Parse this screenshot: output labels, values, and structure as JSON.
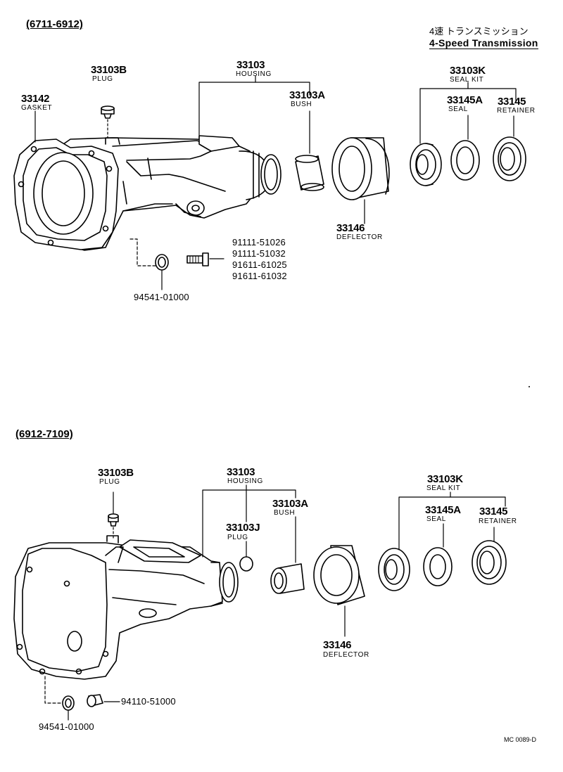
{
  "header": {
    "title_jp": "4速 トランスミッション",
    "title_en": "4-Speed Transmission"
  },
  "top_section": {
    "range": "(6711-6912)",
    "parts": {
      "plug": {
        "number": "33103B",
        "name": "PLUG"
      },
      "gasket": {
        "number": "33142",
        "name": "GASKET"
      },
      "housing": {
        "number": "33103",
        "name": "HOUSING"
      },
      "bush": {
        "number": "33103A",
        "name": "BUSH"
      },
      "seal_kit": {
        "number": "33103K",
        "name": "SEAL KIT"
      },
      "seal": {
        "number": "33145A",
        "name": "SEAL"
      },
      "retainer": {
        "number": "33145",
        "name": "RETAINER"
      },
      "deflector": {
        "number": "33146",
        "name": "DEFLECTOR"
      },
      "bolts": [
        "91111-51026",
        "91111-51032",
        "91611-61025",
        "91611-61032"
      ],
      "washer": "94541-01000"
    }
  },
  "bottom_section": {
    "range": "(6912-7109)",
    "parts": {
      "plug": {
        "number": "33103B",
        "name": "PLUG"
      },
      "housing": {
        "number": "33103",
        "name": "HOUSING"
      },
      "plug_j": {
        "number": "33103J",
        "name": "PLUG"
      },
      "bush": {
        "number": "33103A",
        "name": "BUSH"
      },
      "seal_kit": {
        "number": "33103K",
        "name": "SEAL KIT"
      },
      "seal": {
        "number": "33145A",
        "name": "SEAL"
      },
      "retainer": {
        "number": "33145",
        "name": "RETAINER"
      },
      "deflector": {
        "number": "33146",
        "name": "DEFLECTOR"
      },
      "nut": "94110-51000",
      "washer": "94541-01000"
    }
  },
  "footer": {
    "code": "MC 0089-D"
  }
}
